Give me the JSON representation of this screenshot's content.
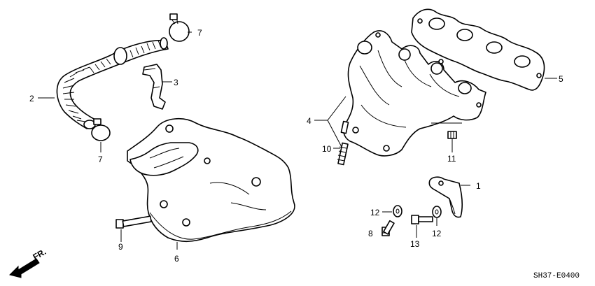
{
  "diagram": {
    "diagram_code": "SH37-E0400",
    "direction_label": "FR.",
    "callouts": [
      {
        "id": "1",
        "label": "1"
      },
      {
        "id": "2",
        "label": "2"
      },
      {
        "id": "3",
        "label": "3"
      },
      {
        "id": "4",
        "label": "4"
      },
      {
        "id": "5",
        "label": "5"
      },
      {
        "id": "6",
        "label": "6"
      },
      {
        "id": "7a",
        "label": "7"
      },
      {
        "id": "7b",
        "label": "7"
      },
      {
        "id": "8",
        "label": "8"
      },
      {
        "id": "9",
        "label": "9"
      },
      {
        "id": "10",
        "label": "10"
      },
      {
        "id": "11",
        "label": "11"
      },
      {
        "id": "12a",
        "label": "12"
      },
      {
        "id": "12b",
        "label": "12"
      },
      {
        "id": "13",
        "label": "13"
      }
    ]
  }
}
